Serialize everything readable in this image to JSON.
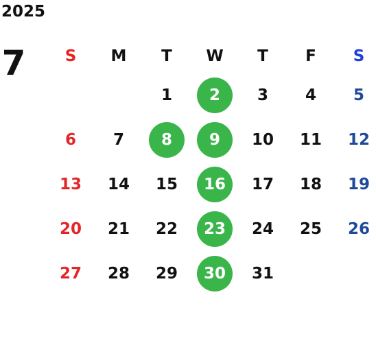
{
  "calendar": {
    "year": "2025",
    "month": "7",
    "weekdays": [
      "S",
      "M",
      "T",
      "W",
      "T",
      "F",
      "S"
    ],
    "weeks": [
      [
        "",
        "",
        "1",
        "2",
        "3",
        "4",
        "5"
      ],
      [
        "6",
        "7",
        "8",
        "9",
        "10",
        "11",
        "12"
      ],
      [
        "13",
        "14",
        "15",
        "16",
        "17",
        "18",
        "19"
      ],
      [
        "20",
        "21",
        "22",
        "23",
        "24",
        "25",
        "26"
      ],
      [
        "27",
        "28",
        "29",
        "30",
        "31",
        "",
        ""
      ]
    ],
    "highlighted_days": [
      "2",
      "8",
      "9",
      "16",
      "23",
      "30"
    ],
    "colors": {
      "sunday_header": "#e8231e",
      "saturday_header": "#1f3fd6",
      "sunday": "#e3262a",
      "saturday": "#1f4a9a",
      "highlight": "#3ab54a",
      "text": "#111111"
    }
  }
}
